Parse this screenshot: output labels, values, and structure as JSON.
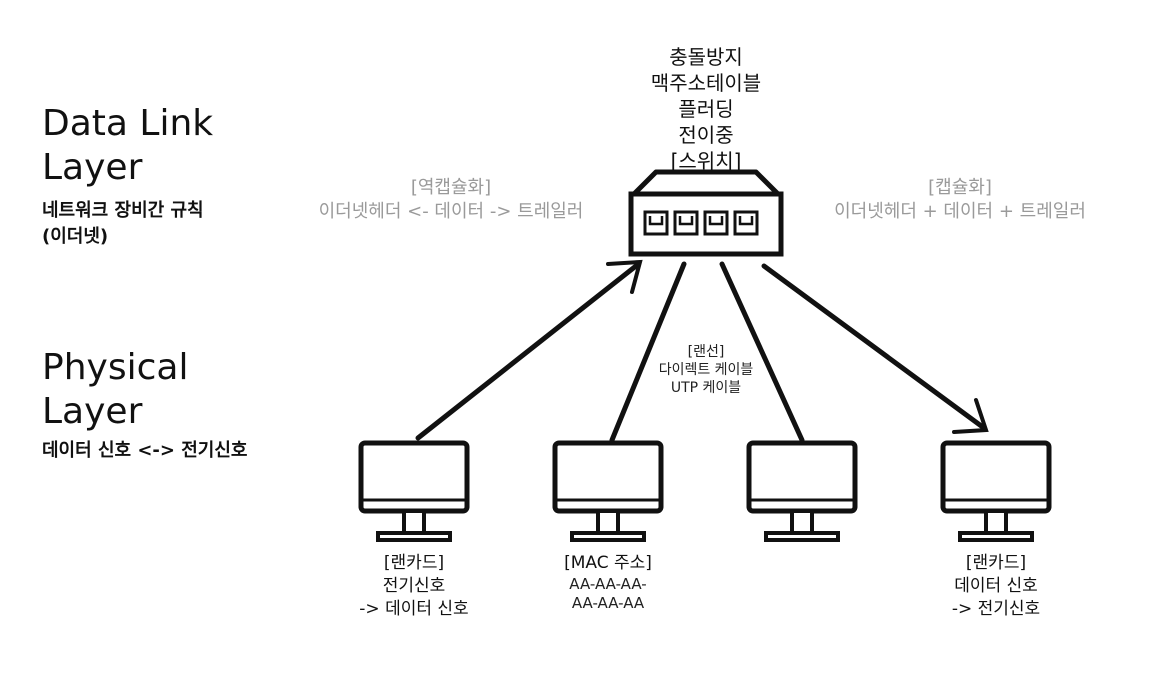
{
  "layers": {
    "data_link": {
      "title_line1": "Data Link",
      "title_line2": "Layer",
      "desc_line1": "네트워크 장비간 규칙",
      "desc_line2": "(이더넷)"
    },
    "physical": {
      "title_line1": "Physical",
      "title_line2": "Layer",
      "desc": "데이터 신호 <-> 전기신호"
    }
  },
  "switch": {
    "features": [
      "충돌방지",
      "맥주소테이블",
      "플러딩",
      "전이중"
    ],
    "label": "[스위치]"
  },
  "decapsulation": {
    "title": "[역캡슐화]",
    "text": "이더넷헤더 <- 데이터 -> 트레일러"
  },
  "encapsulation": {
    "title": "[캡슐화]",
    "text": "이더넷헤더 + 데이터 + 트레일러"
  },
  "cable": {
    "title": "[랜선]",
    "line1": "다이렉트 케이블",
    "line2": "UTP 케이블"
  },
  "computers": [
    {
      "line1": "[랜카드]",
      "line2": "전기신호",
      "line3": "-> 데이터 신호"
    },
    {
      "line1": "[MAC 주소]",
      "line2": "AA-AA-AA-",
      "line3": "AA-AA-AA"
    },
    {
      "line1": "",
      "line2": "",
      "line3": ""
    },
    {
      "line1": "[랜카드]",
      "line2": "데이터 신호",
      "line3": "-> 전기신호"
    }
  ]
}
